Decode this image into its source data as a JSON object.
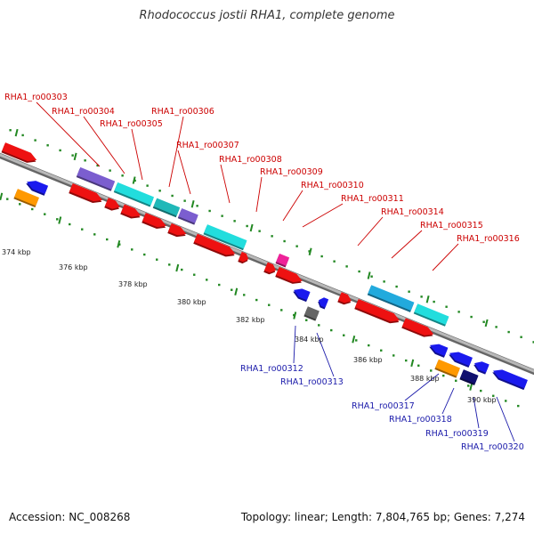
{
  "title": "Rhodococcus jostii RHA1, complete genome",
  "footer": {
    "accession": "Accession: NC_008268",
    "summary": "Topology: linear; Length: 7,804,765 bp; Genes: 7,274"
  },
  "colors": {
    "forward_cds": "#ee1111",
    "reverse_cds": "#1a1aee",
    "forward_label": "#cc0000",
    "reverse_label": "#1a1aaa",
    "cyan": "#22dddd",
    "purple": "#7b5ecf",
    "teal": "#20b8b8",
    "sky": "#22aadd",
    "orange": "#ff9900",
    "magenta": "#ee2299",
    "gray": "#666666",
    "navy": "#101070",
    "backbone": "#999999",
    "tick": "#228822"
  },
  "ruler_labels": [
    "374 kbp",
    "376 kbp",
    "378 kbp",
    "380 kbp",
    "382 kbp",
    "384 kbp",
    "386 kbp",
    "388 kbp",
    "390 kbp"
  ],
  "forward_genes": [
    "RHA1_ro00303",
    "RHA1_ro00304",
    "RHA1_ro00305",
    "RHA1_ro00306",
    "RHA1_ro00307",
    "RHA1_ro00308",
    "RHA1_ro00309",
    "RHA1_ro00310",
    "RHA1_ro00311",
    "RHA1_ro00314",
    "RHA1_ro00315",
    "RHA1_ro00316"
  ],
  "reverse_genes": [
    "RHA1_ro00312",
    "RHA1_ro00313",
    "RHA1_ro00317",
    "RHA1_ro00318",
    "RHA1_ro00319",
    "RHA1_ro00320"
  ]
}
